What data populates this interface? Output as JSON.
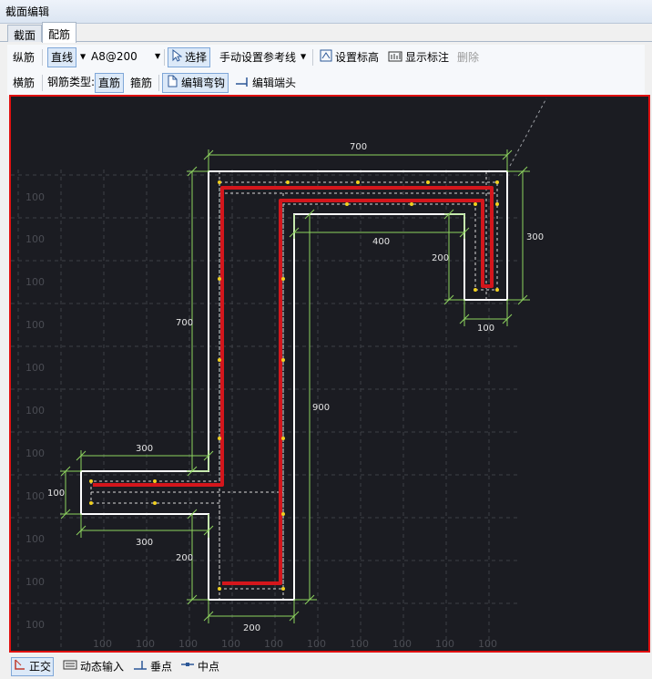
{
  "window": {
    "title": "截面编辑"
  },
  "tabs": [
    {
      "label": "截面"
    },
    {
      "label": "配筋"
    }
  ],
  "toolbar1": {
    "longitudinal_label": "纵筋",
    "line_type_button": "直线",
    "spec_value": "A8@200",
    "select_button": "选择",
    "ref_line_button": "手动设置参考线",
    "set_elevation_button": "设置标高",
    "show_dimension_button": "显示标注",
    "delete_button": "删除"
  },
  "toolbar2": {
    "transverse_label": "横筋",
    "rebar_type_label": "钢筋类型:",
    "straight_button": "直筋",
    "stirrup_button": "箍筋",
    "edit_hook_button": "编辑弯钩",
    "edit_end_button": "编辑端头"
  },
  "canvas": {
    "grid_label": "100",
    "dimensions": {
      "top_width": "700",
      "right_height": "300",
      "inner_width": "400",
      "inner_height": "200",
      "right_leg_width": "100",
      "left_height": "700",
      "web_height": "900",
      "left_flange_top": "300",
      "flange_thickness": "100",
      "left_flange_bottom": "300",
      "bottom_height": "200",
      "bottom_width": "200"
    },
    "colors": {
      "background": "#1b1c22",
      "outline": "#ffffff",
      "rebar": "#d4161c",
      "dimension": "#8ed35f",
      "grid": "#3e4046",
      "point": "#f0d020"
    }
  },
  "statusbar": {
    "ortho_button": "正交",
    "dynamic_input_button": "动态输入",
    "perpendicular_button": "垂点",
    "midpoint_button": "中点"
  }
}
